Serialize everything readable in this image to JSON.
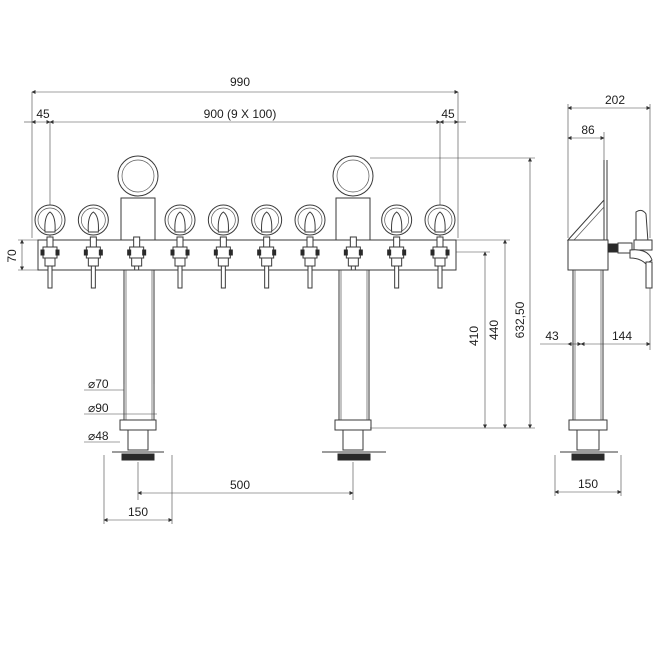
{
  "front_view": {
    "overall_width": "990",
    "tap_spacing": "900 (9 X 100)",
    "edge_left": "45",
    "edge_right": "45",
    "bar_height": "70",
    "leg_spacing": "500",
    "base_width": "150",
    "tap_count": 10,
    "diameters": [
      "⌀70",
      "⌀90",
      "⌀48"
    ],
    "heights": [
      "410",
      "440",
      "632,50"
    ]
  },
  "side_view": {
    "depth": "202",
    "top_offset": "86",
    "column_offset": "43",
    "tap_projection": "144",
    "base_width": "150"
  }
}
